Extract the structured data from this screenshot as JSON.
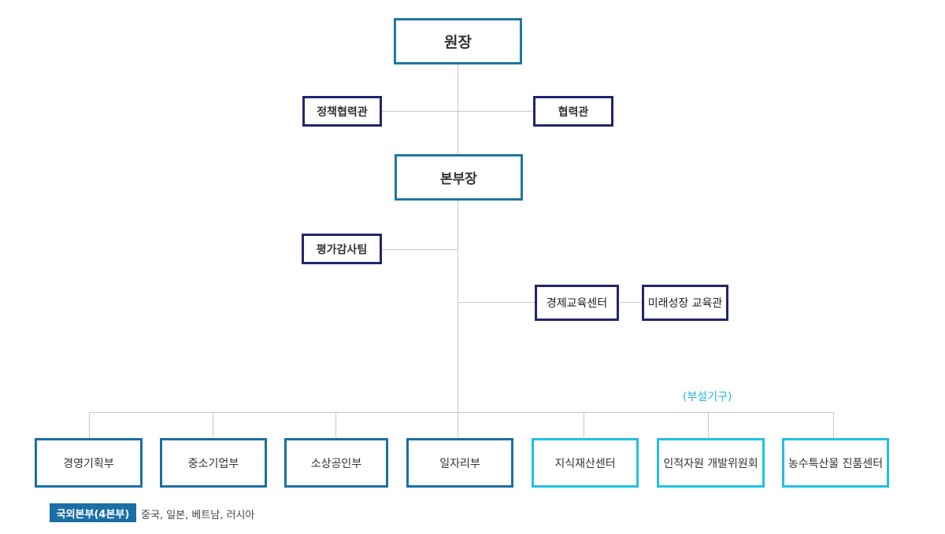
{
  "top": {
    "label": "원장"
  },
  "staff_left": {
    "label": "정책협력관"
  },
  "staff_right": {
    "label": "협력관"
  },
  "mid": {
    "label": "본부장"
  },
  "audit": {
    "label": "평가감사팀"
  },
  "econ_center": {
    "label": "경제교육센터"
  },
  "future": {
    "label": "미래성장 교육관"
  },
  "aux_label": "(부설기구)",
  "departments": [
    {
      "label": "경영기획부",
      "kind": "dept"
    },
    {
      "label": "중소기업부",
      "kind": "dept"
    },
    {
      "label": "소상공인부",
      "kind": "dept"
    },
    {
      "label": "일자리부",
      "kind": "dept"
    },
    {
      "label": "지식재산센터",
      "kind": "aux"
    },
    {
      "label": "인적자원 개발위원회",
      "kind": "aux"
    },
    {
      "label": "농수특산물 진품센터",
      "kind": "aux"
    }
  ],
  "overseas": {
    "tag": "국외본부(4본부)",
    "text": "중국, 일본, 베트남, 러시아"
  },
  "colors": {
    "primary": "#1f77a4",
    "navy": "#23246f",
    "aux": "#22c0e2",
    "line": "#c8c8c8"
  }
}
